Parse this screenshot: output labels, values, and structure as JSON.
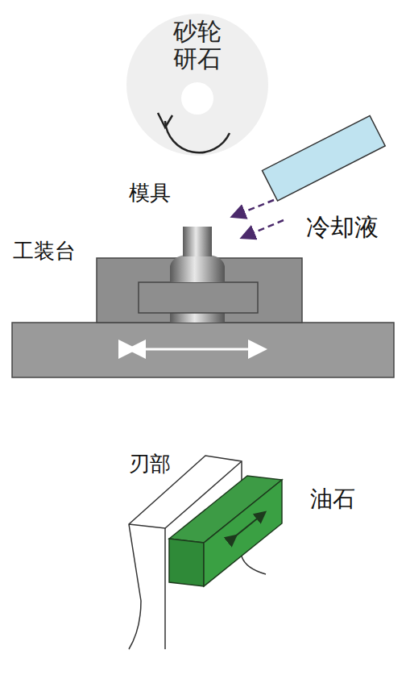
{
  "diagram": {
    "nodes": [
      {
        "text": [
          "砂轮 研石"
        ]
      }
    ],
    "labels": [
      "模具",
      "冷却液",
      "工装台",
      "刃部",
      "油石"
    ]
  }
}
